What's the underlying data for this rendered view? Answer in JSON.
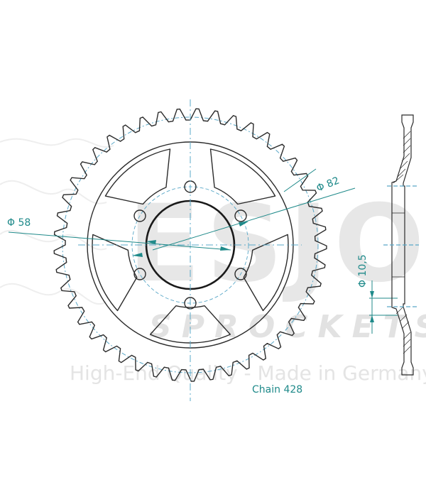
{
  "drawing": {
    "outer_diameter_label": "Φ 82",
    "inner_diameter_label": "Φ 58",
    "bolt_hole_label": "Φ 10,5",
    "chain_label": "Chain 428"
  },
  "watermark": {
    "brand": "ESJOT",
    "subline": "SPROCKETS",
    "tagline": "High-End Quality - Made in Germany"
  },
  "colors": {
    "line": "#2b2b2b",
    "dimension": "#1f8a8a",
    "centerline": "#5aa8c8",
    "watermark": "#ececec"
  }
}
